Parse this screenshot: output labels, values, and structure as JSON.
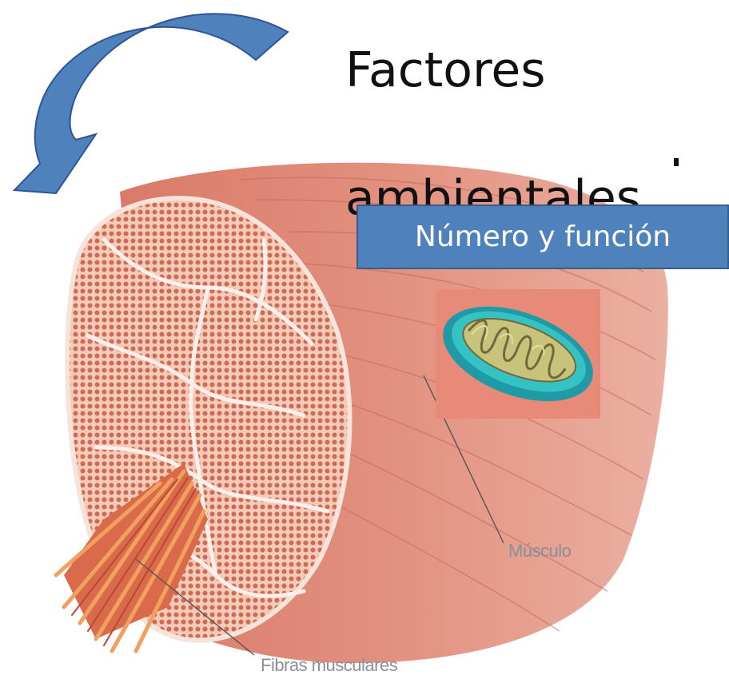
{
  "title": {
    "line1": "Factores",
    "line2": "ambientales"
  },
  "label_box": {
    "text": "Número y función",
    "fill": "#4f81bd",
    "border": "#385d8a"
  },
  "captions": {
    "muscle": "Músculo",
    "fibers": "Fibras musculares"
  },
  "colors": {
    "arrow": "#4f81bd",
    "muscle": "#e2857a",
    "mitochondrion_outer": "#2bb0b0",
    "mitochondrion_inner": "#c8c47a"
  },
  "icons": {
    "arrow": "curved-arrow-icon",
    "mitochondrion": "mitochondrion-icon"
  }
}
